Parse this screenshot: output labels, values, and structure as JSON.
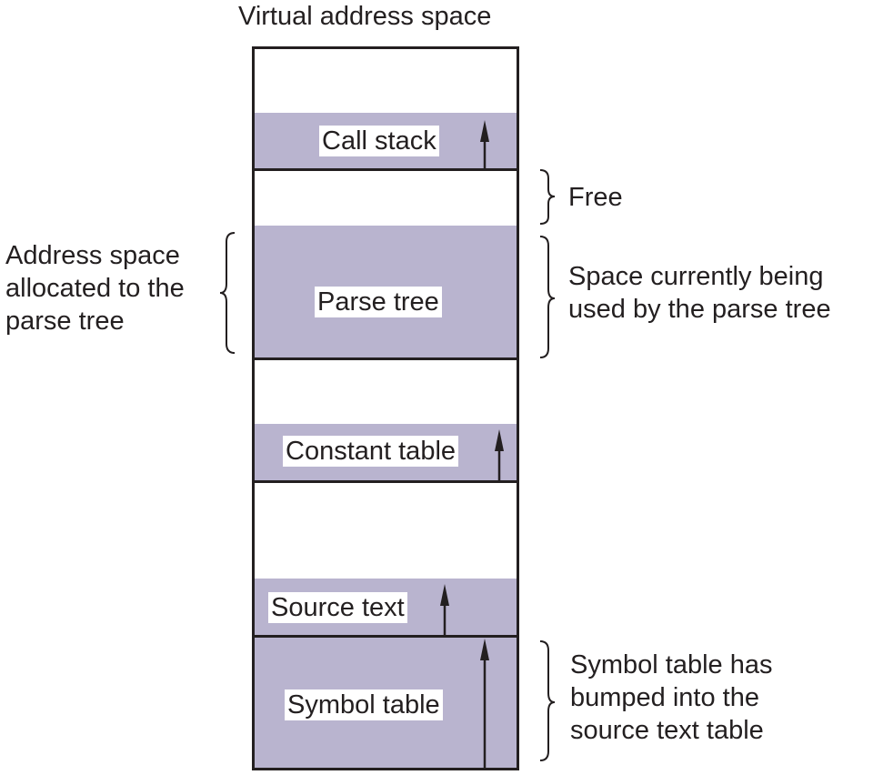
{
  "title": "Virtual address space",
  "colors": {
    "segment_fill": "#b9b4cf",
    "stroke": "#231f20",
    "background": "#ffffff"
  },
  "segments": [
    {
      "name": "call-stack",
      "label": "Call stack",
      "growth_arrow": "up"
    },
    {
      "name": "free",
      "label": "",
      "growth_arrow": "none"
    },
    {
      "name": "parse-tree",
      "label": "Parse tree",
      "growth_arrow": "none"
    },
    {
      "name": "constant-table",
      "label": "Constant table",
      "growth_arrow": "up"
    },
    {
      "name": "source-text",
      "label": "Source text",
      "growth_arrow": "up"
    },
    {
      "name": "symbol-table",
      "label": "Symbol table",
      "growth_arrow": "up"
    }
  ],
  "annotations": {
    "free": "Free",
    "parse_used": [
      "Space currently being",
      "used by the parse tree"
    ],
    "parse_allocated": [
      "Address space",
      "allocated to the",
      "parse tree"
    ],
    "symbol_bumped": [
      "Symbol table has",
      "bumped into the",
      "source text table"
    ]
  }
}
